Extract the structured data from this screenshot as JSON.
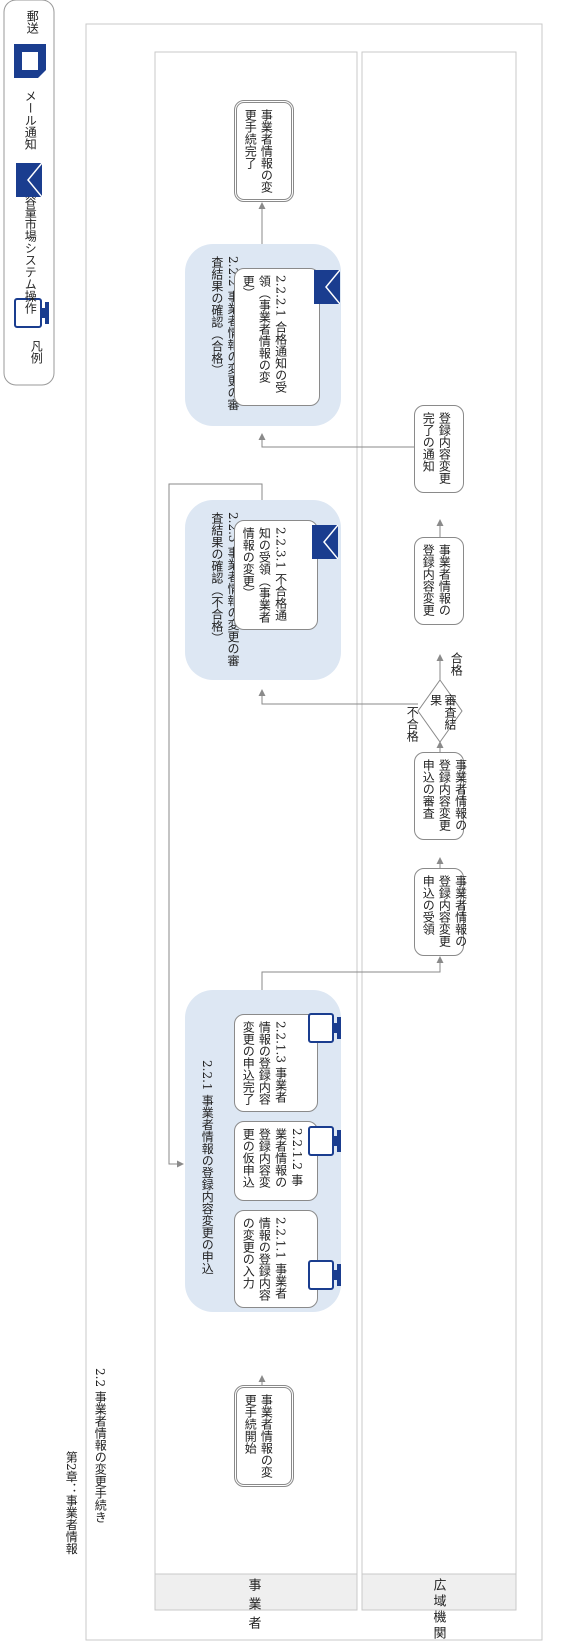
{
  "legend": {
    "title": "凡例",
    "system_op": "容量市場システム操作",
    "mail": "メール通知",
    "post": "郵送"
  },
  "header": {
    "chapter": "第2章：事業者情報",
    "section": "2.2 事業者情報の変更手続き"
  },
  "lanes": {
    "operator": "事業者",
    "organization": "広域機関"
  },
  "nodes": {
    "start": "事業者情報の変更手続開始",
    "end": "事業者情報の変更手続完了",
    "group_apply": "2.2.1 事業者情報の登録内容変更の申込",
    "step_input": "2.2.1.1 事業者情報の登録内容の変更の入力",
    "step_temp": "2.2.1.2 事業者情報の登録内容変更の仮申込",
    "step_complete": "2.2.1.3 事業者情報の登録内容変更の申込完了",
    "group_fail": "2.2.3 事業者情報の変更の審査結果の確認（不合格）",
    "step_fail": "2.2.3.1 不合格通知の受領（事業者情報の変更）",
    "group_pass": "2.2.2 事業者情報の変更の審査結果の確認（合格）",
    "step_pass": "2.2.2.1 合格通知の受領（事業者情報の変更）",
    "org_receive": "事業者情報の登録内容変更申込の受領",
    "org_review": "事業者情報の登録内容変更申込の審査",
    "decision": "審査結果",
    "fail_label": "不合格",
    "pass_label": "合格",
    "org_change": "事業者情報の登録内容変更",
    "org_notify": "登録内容変更完了の通知"
  }
}
